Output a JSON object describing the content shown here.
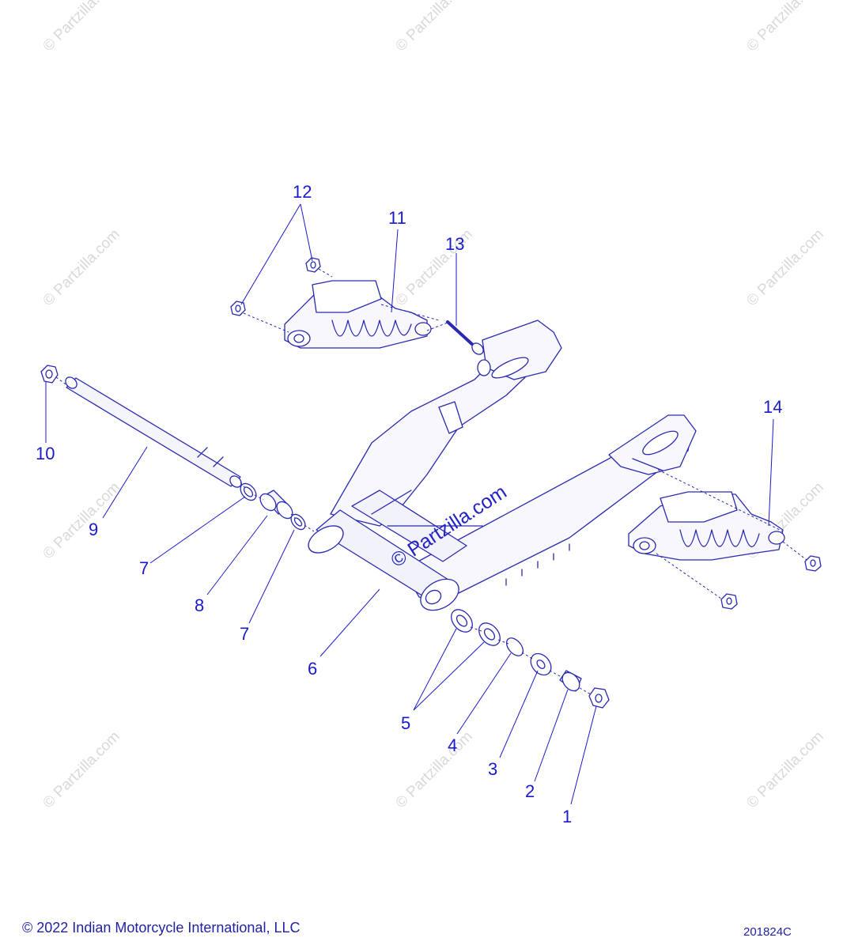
{
  "diagram": {
    "callouts": [
      "1",
      "2",
      "3",
      "4",
      "5",
      "6",
      "7",
      "7",
      "8",
      "9",
      "10",
      "11",
      "12",
      "13",
      "14"
    ],
    "watermark_text": "© Partzilla.com",
    "center_watermark_text": "© Partzilla.com"
  },
  "footer": {
    "copyright": "© 2022 Indian Motorcycle International, LLC",
    "figure_code": "201824C"
  },
  "colors": {
    "callout": "#1a1acc",
    "line_art": "#2a2ab0",
    "watermark": "#d9d9d9"
  }
}
